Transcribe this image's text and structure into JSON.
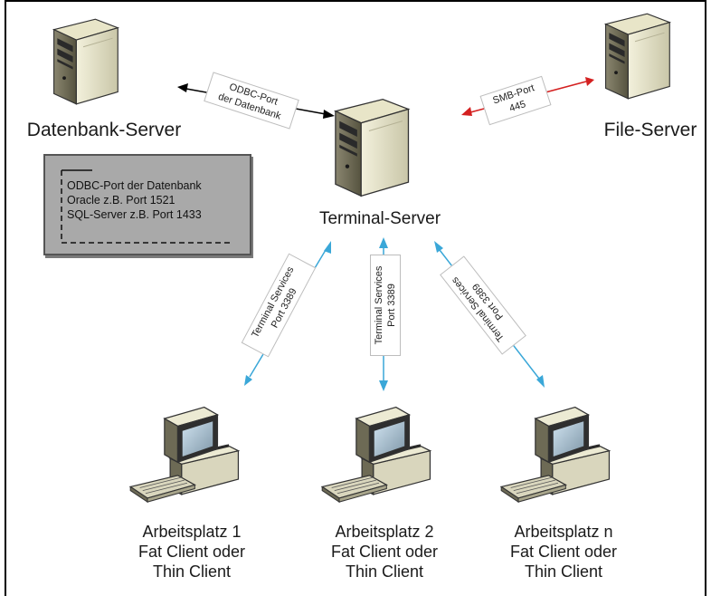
{
  "nodes": {
    "database_server": "Datenbank-Server",
    "file_server": "File-Server",
    "terminal_server": "Terminal-Server"
  },
  "connections": {
    "odbc": [
      "ODBC-Port",
      "der Datenbank"
    ],
    "smb": [
      "SMB-Port",
      "445"
    ],
    "ts_left": [
      "Terminal Services",
      "Port 3389"
    ],
    "ts_middle": [
      "Terminal Services",
      "Port 3389"
    ],
    "ts_right": [
      "Terminal Services",
      "Port 3389"
    ]
  },
  "note": {
    "lines": [
      "ODBC-Port der Datenbank",
      "Oracle z.B. Port 1521",
      "SQL-Server z.B. Port 1433"
    ]
  },
  "workstations": [
    {
      "name": "Arbeitsplatz 1",
      "line2": "Fat Client oder",
      "line3": "Thin Client"
    },
    {
      "name": "Arbeitsplatz 2",
      "line2": "Fat Client oder",
      "line3": "Thin Client"
    },
    {
      "name": "Arbeitsplatz n",
      "line2": "Fat Client oder",
      "line3": "Thin Client"
    }
  ],
  "colors": {
    "odbc_arrow": "#000000",
    "smb_arrow": "#d42020",
    "ts_arrow": "#3aa7d8",
    "note_fill": "#a9a9a9"
  }
}
